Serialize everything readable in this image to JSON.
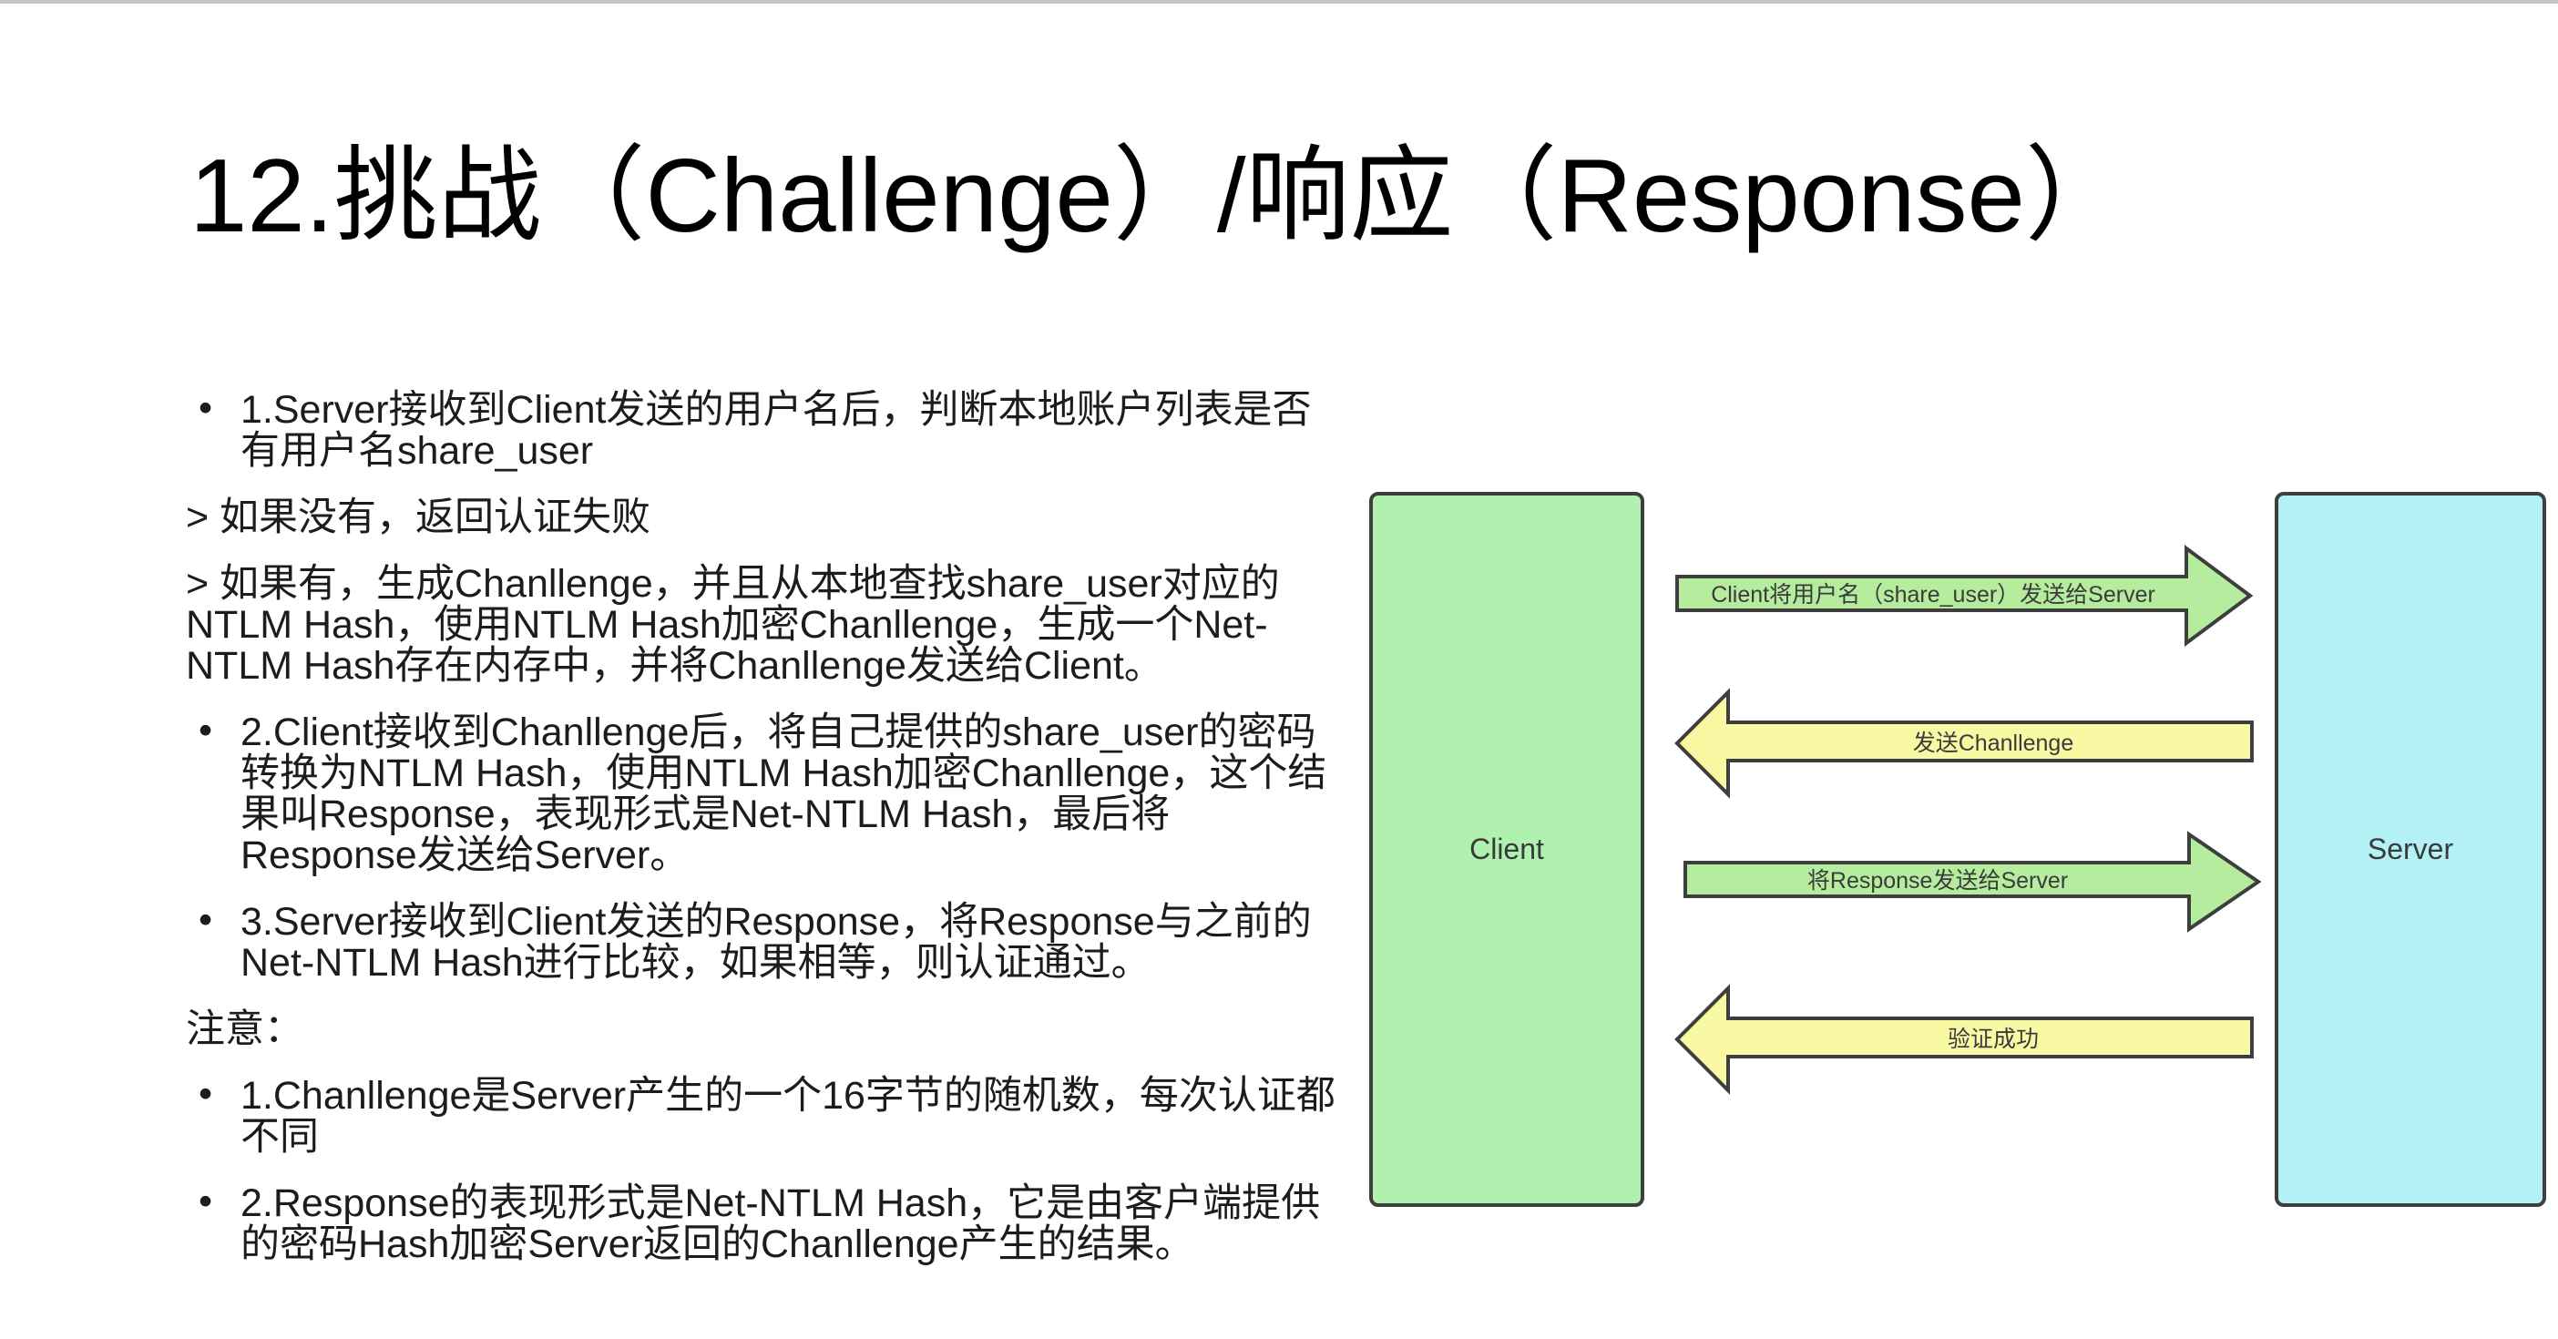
{
  "title": "12.挑战（Challenge）/响应（Response）",
  "body": {
    "blocks": [
      {
        "style": "bullet",
        "text": "1.Server接收到Client发送的用户名后，判断本地账户列表是否有用户名share_user"
      },
      {
        "style": "plain",
        "text": "> 如果没有，返回认证失败"
      },
      {
        "style": "plain",
        "text": "> 如果有，生成Chanllenge，并且从本地查找share_user对应的NTLM Hash，使用NTLM Hash加密Chanllenge，生成一个Net-NTLM Hash存在内存中，并将Chanllenge发送给Client。"
      },
      {
        "style": "bullet",
        "text": "2.Client接收到Chanllenge后，将自己提供的share_user的密码转换为NTLM Hash，使用NTLM Hash加密Chanllenge，这个结果叫Response，表现形式是Net-NTLM Hash，最后将Response发送给Server。"
      },
      {
        "style": "bullet",
        "text": "3.Server接收到Client发送的Response，将Response与之前的Net-NTLM Hash进行比较，如果相等，则认证通过。"
      },
      {
        "style": "plain",
        "text": "注意："
      },
      {
        "style": "bullet",
        "text": "1.Chanllenge是Server产生的一个16字节的随机数，每次认证都不同"
      },
      {
        "style": "bullet",
        "text": "2.Response的表现形式是Net-NTLM Hash，它是由客户端提供的密码Hash加密Server返回的Chanllenge产生的结果。"
      }
    ],
    "bullet_glyph": "•"
  },
  "diagram": {
    "client_label": "Client",
    "server_label": "Server",
    "arrows": [
      {
        "direction": "right",
        "color": "green",
        "label": "Client将用户名（share_user）发送给Server"
      },
      {
        "direction": "left",
        "color": "yellow",
        "label": "发送Chanllenge"
      },
      {
        "direction": "right",
        "color": "green",
        "label": "将Response发送给Server"
      },
      {
        "direction": "left",
        "color": "yellow",
        "label": "验证成功"
      }
    ]
  },
  "colors": {
    "top_bar": "#c6c6c6",
    "client_box_fill": "#b0f1af",
    "server_box_fill": "#b3f1f7",
    "green_arrow_fill": "#b5ec9e",
    "yellow_arrow_fill": "#f9f9a4",
    "outline": "#3e3e3e",
    "body_text": "#1c1c1c"
  }
}
